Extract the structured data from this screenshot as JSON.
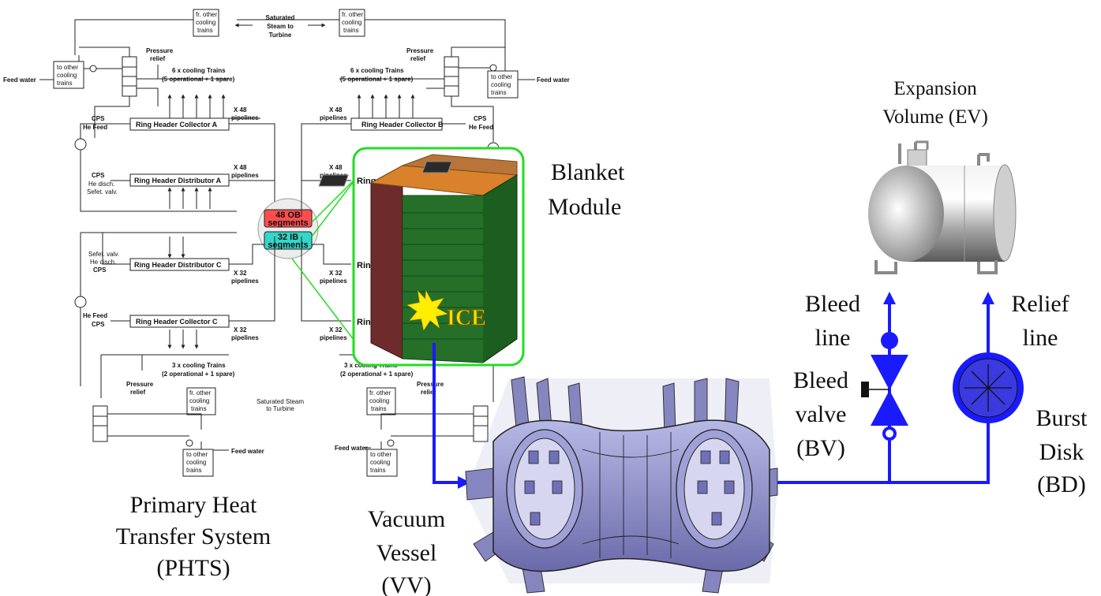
{
  "phts": {
    "title_lines": [
      "Primary Heat",
      "Transfer System",
      "(PHTS)"
    ],
    "saturated_steam": [
      "Saturated",
      "Steam to",
      "Turbine"
    ],
    "saturated_steam_bottom": [
      "Saturated Steam",
      "to Turbine"
    ],
    "other_trains_from": [
      "fr. other",
      "cooling",
      "trains"
    ],
    "other_trains_to": [
      "to other",
      "cooling",
      "trains"
    ],
    "feed_water": "Feed water",
    "pressure_relief": [
      "Pressure",
      "relief"
    ],
    "trains6": [
      "6 x cooling Trains",
      "(5 operational + 1 spare)"
    ],
    "trains3": [
      "3 x cooling Trains",
      "(2 operational + 1 spare)"
    ],
    "cps": "CPS",
    "he_feed": "He Feed",
    "he_disch": "He disch.",
    "safety_valve": "Sefet. valv.",
    "x48": [
      "X 48",
      "pipelines"
    ],
    "x32": [
      "X 32",
      "pipelines"
    ],
    "headers": {
      "rhc_a": "Ring Header Collector A",
      "rhd_a": "Ring Header Distributor A",
      "rhd_c": "Ring Header Distributor C",
      "rhc_c": "Ring Header Collector C",
      "rhc_b": "Ring Header Collector B",
      "rh_cut": "Ring He",
      "ring_cut": "Rin",
      "ring_cut2": "Ring"
    },
    "ob_segments": [
      "48 OB",
      "segments"
    ],
    "ib_segments": [
      "32 IB",
      "segments"
    ]
  },
  "blanket": {
    "label_lines": [
      "Blanket",
      "Module"
    ],
    "ice": "ICE"
  },
  "vv": {
    "label_lines": [
      "Vacuum",
      "Vessel",
      "(VV)"
    ]
  },
  "ev": {
    "label_lines": [
      "Expansion",
      "Volume (EV)"
    ]
  },
  "bleed_line": [
    "Bleed",
    "line"
  ],
  "relief_line": [
    "Relief",
    "line"
  ],
  "bleed_valve": [
    "Bleed",
    "valve",
    "(BV)"
  ],
  "burst_disk": [
    "Burst",
    "Disk",
    "(BD)"
  ],
  "colors": {
    "blue_line": "#1a1aff",
    "ob_fill": "#ff4d4d",
    "ib_fill": "#33d6c8",
    "blanket_green": "#1b5e20",
    "blanket_brown": "#6d2b2b",
    "blanket_orange": "#d9822b",
    "vv_purple": "#8c8ccc",
    "green_frame": "#22dd22"
  }
}
